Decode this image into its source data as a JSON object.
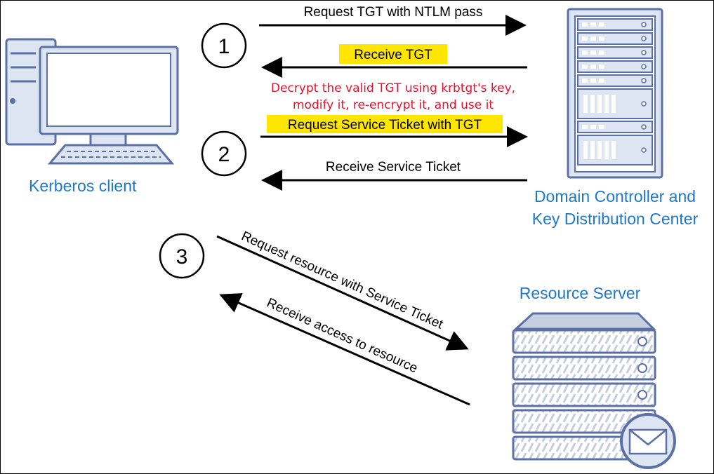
{
  "actors": {
    "client": "Kerberos client",
    "dc_line1": "Domain Controller and",
    "dc_line2": "Key Distribution Center",
    "resource_server": "Resource Server"
  },
  "steps": {
    "one": "1",
    "two": "2",
    "three": "3"
  },
  "messages": {
    "request_tgt": "Request TGT with NTLM pass",
    "receive_tgt": "Receive TGT",
    "decrypt_line1": "Decrypt the valid TGT using krbtgt's key,",
    "decrypt_line2": "modify it, re-encrypt it, and use it",
    "request_service_ticket": "Request Service Ticket with TGT",
    "receive_service_ticket": "Receive Service Ticket",
    "request_resource": "Request resource with Service Ticket",
    "receive_access": "Receive access to resource"
  },
  "colors": {
    "accent_blue": "#1f78c8",
    "warning_red": "#e8112d",
    "highlight_yellow": "#ffe600",
    "device_fill": "#dde5f2",
    "device_stroke": "#5b70a6"
  },
  "icons": {
    "client": "desktop-computer-icon",
    "dc": "server-rack-icon",
    "resource": "server-stack-mail-icon"
  }
}
